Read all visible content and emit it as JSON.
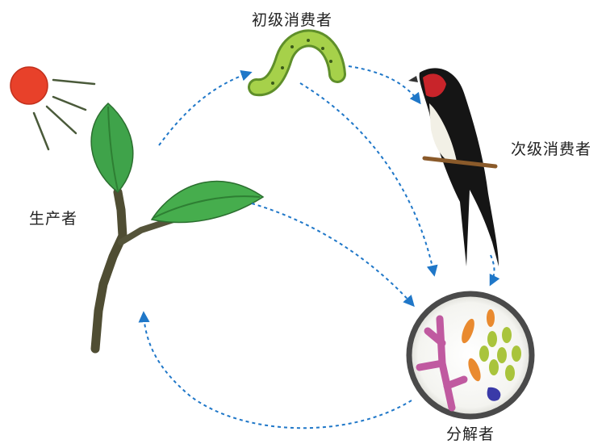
{
  "labels": {
    "primary_consumer": "初级消费者",
    "secondary_consumer": "次级消费者",
    "producer": "生产者",
    "decomposer": "分解者"
  },
  "colors": {
    "arrow": "#1f77c8",
    "sun": "#e8412a",
    "leaf": "#3fa34a",
    "stem": "#5b5a3c",
    "caterpillar": "#8cbf3c",
    "bird_body": "#111111",
    "bird_throat": "#c8242a",
    "circle_border": "#5a5a5a"
  },
  "icons": [
    "sun-icon",
    "plant-icon",
    "caterpillar-icon",
    "swallow-icon",
    "microbe-circle-icon"
  ]
}
